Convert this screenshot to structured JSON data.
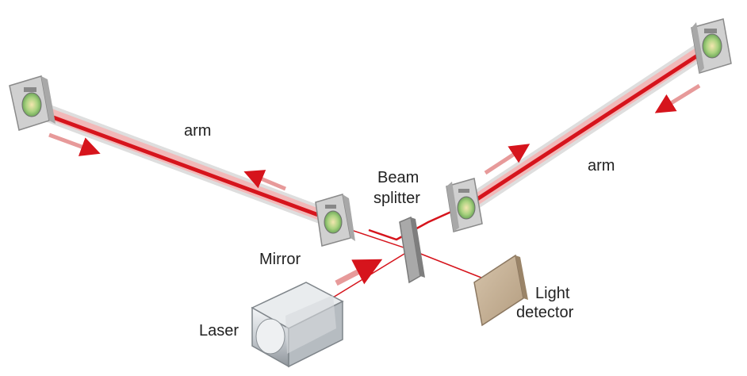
{
  "labels": {
    "arm_left": "arm",
    "arm_right": "arm",
    "beam_splitter_line1": "Beam",
    "beam_splitter_line2": "splitter",
    "mirror": "Mirror",
    "laser": "Laser",
    "light_detector_line1": "Light",
    "light_detector_line2": "detector"
  },
  "colors": {
    "laser_beam": "#d6141c",
    "beam_glow": "#f2b8b8",
    "arm_tube": "#dcdcdc",
    "housing": "#c9c9c9",
    "detector": "#c8b49a",
    "lens": "#9bcf7a"
  }
}
